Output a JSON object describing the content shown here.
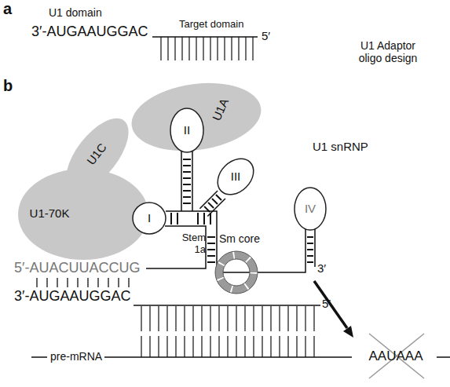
{
  "diagram": {
    "nodes": [
      {
        "text": [
          "U1-70K"
        ]
      },
      {
        "text": [
          "U1C"
        ]
      },
      {
        "text": [
          "U1A"
        ]
      },
      {
        "text": [
          "I"
        ]
      },
      {
        "text": [
          "II"
        ]
      },
      {
        "text": [
          "III"
        ]
      },
      {
        "text": [
          "IV"
        ]
      },
      {
        "text": [
          "Sm core"
        ]
      }
    ],
    "labels": [
      "a",
      "U1 domain",
      "3′-AUGAAUGGAC",
      "Target domain",
      "5′",
      "U1 Adaptor oligo design",
      "b",
      "U1 snRNP",
      "Stem 1a",
      "5′-AUACUUACCUG",
      "3′-AUGAAUGGAC",
      "5′",
      "3′",
      "pre-mRNA",
      "AAUAAA"
    ]
  }
}
